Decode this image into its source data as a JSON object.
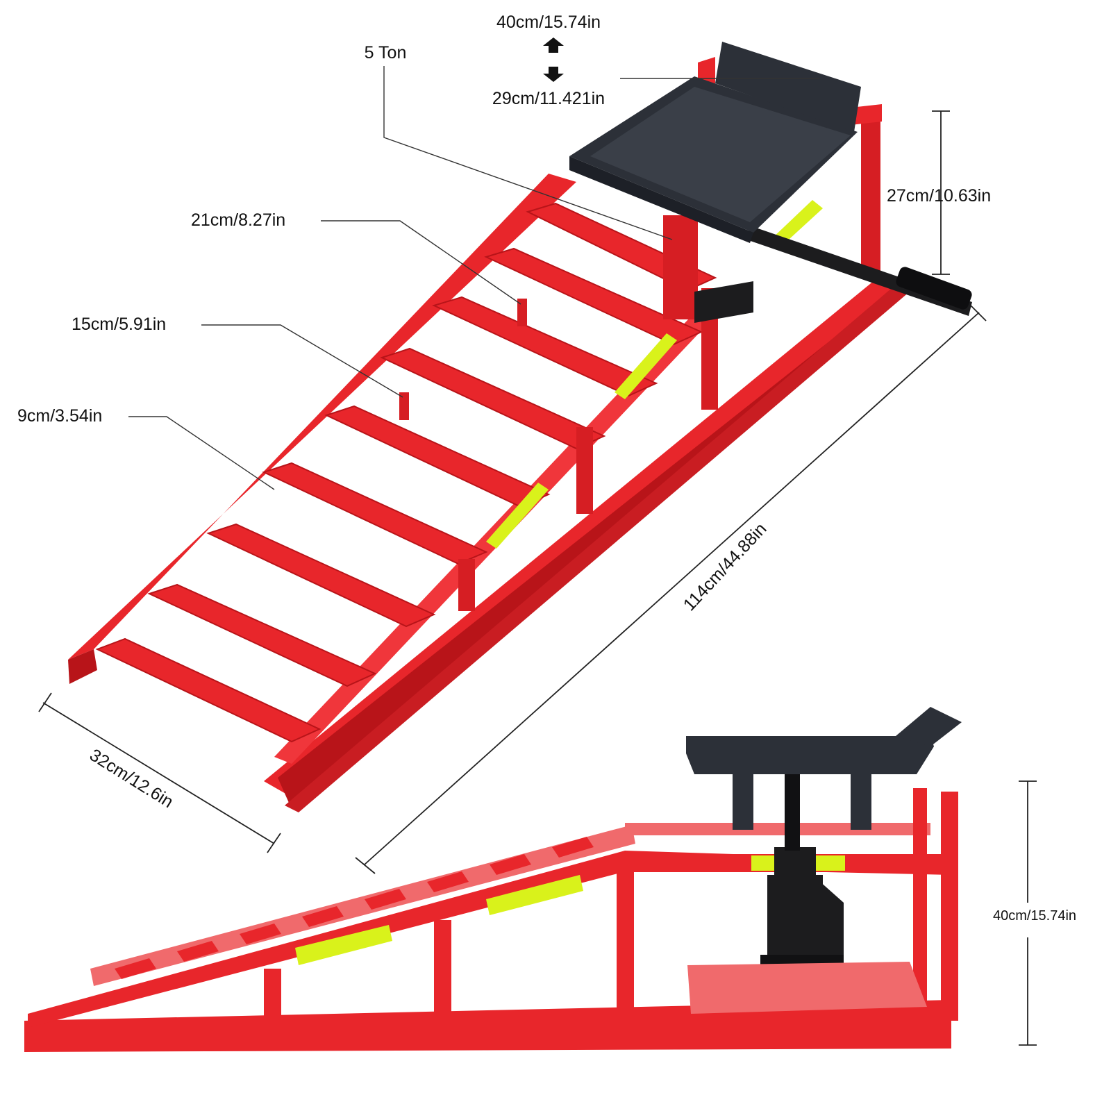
{
  "labels": {
    "lift_max": "40cm/15.74in",
    "lift_min": "29cm/11.421in",
    "capacity": "5 Ton",
    "step_21": "21cm/8.27in",
    "step_15": "15cm/5.91in",
    "step_9": "9cm/3.54in",
    "height_27": "27cm/10.63in",
    "length": "114cm/44.88in",
    "width": "32cm/12.6in",
    "height_40": "40cm/15.74in"
  },
  "colors": {
    "frame_red": "#e8262b",
    "frame_shadow": "#b81419",
    "frame_side_light": "#f06a6c",
    "tray_dark": "#2c3038",
    "reflector": "#d9f21b",
    "jack_black": "#1c1c1e"
  }
}
